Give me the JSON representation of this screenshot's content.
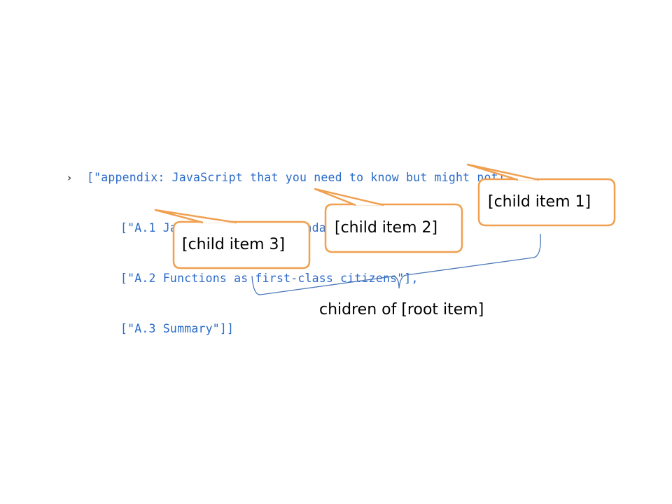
{
  "console": {
    "prompt_icon": "chevron-right-icon",
    "lines": [
      "[\"appendix: JavaScript that you need to know but might not!\",",
      "[\"A.1 JavaScript Object fundamentals\"],",
      "[\"A.2 Functions as first-class citizens\"],",
      "[\"A.3 Summary\"]]"
    ]
  },
  "callouts": {
    "child_1": "[child item 1]",
    "child_2": "[child item 2]",
    "child_3": "[child item 3]"
  },
  "brace_caption": "chidren of [root item]",
  "colors": {
    "code_text": "#2a6ac8",
    "callout_border": "#f0a050",
    "brace_line": "#4a78b8"
  }
}
